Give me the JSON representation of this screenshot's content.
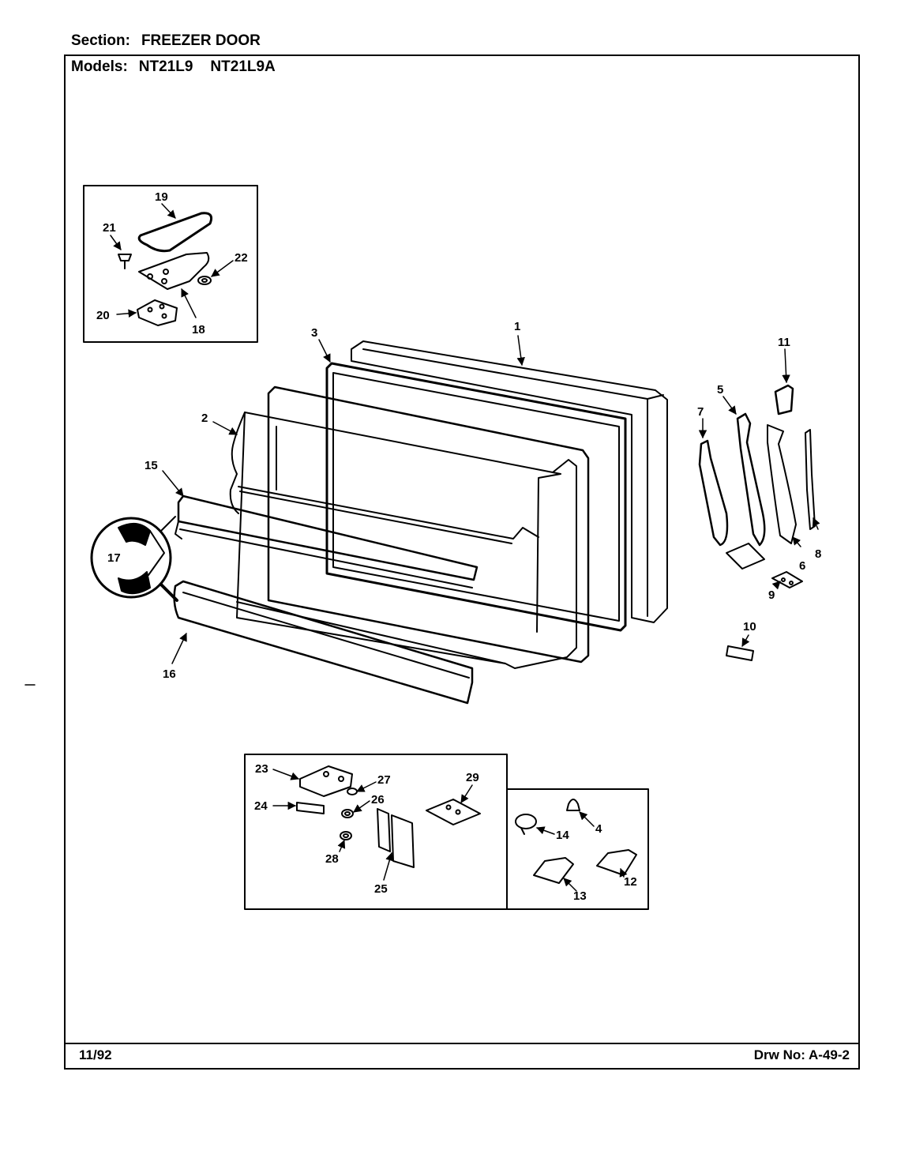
{
  "header": {
    "section_label": "Section:",
    "section_value": "FREEZER DOOR",
    "models_label": "Models:",
    "models": [
      "NT21L9",
      "NT21L9A"
    ]
  },
  "footer": {
    "date": "11/92",
    "drawing_label": "Drw No:",
    "drawing_number": "A-49-2"
  },
  "callouts": {
    "c1": "1",
    "c2": "2",
    "c3": "3",
    "c4": "4",
    "c5": "5",
    "c6": "6",
    "c7": "7",
    "c8": "8",
    "c9": "9",
    "c10": "10",
    "c11": "11",
    "c12": "12",
    "c13": "13",
    "c14": "14",
    "c15": "15",
    "c16": "16",
    "c17": "17",
    "c18": "18",
    "c19": "19",
    "c20": "20",
    "c21": "21",
    "c22": "22",
    "c23": "23",
    "c24": "24",
    "c25": "25",
    "c26": "26",
    "c27": "27",
    "c28": "28",
    "c29": "29"
  }
}
